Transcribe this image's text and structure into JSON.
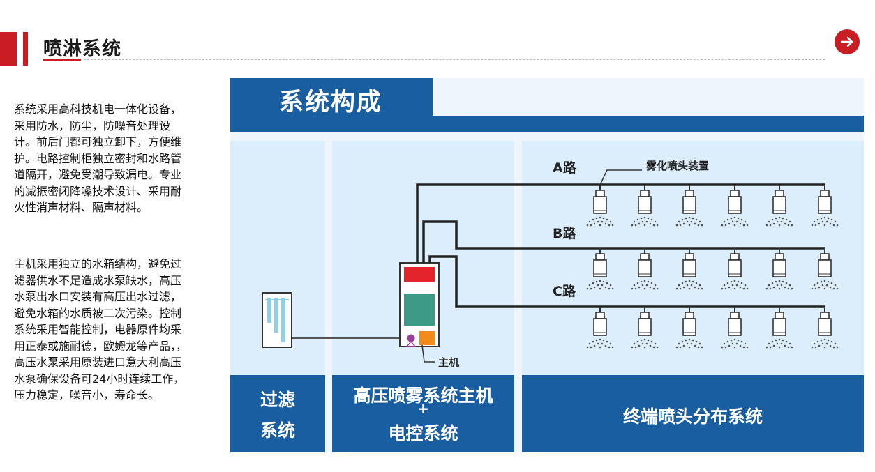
{
  "page": {
    "title": "喷淋系统",
    "paragraphs": [
      "系统采用高科技机电一体化设备，采用防水，防尘，防噪音处理设计。前后门都可独立卸下，方便维护。电路控制柜独立密封和水路管道隔开，避免受潮导致漏电。专业的减振密闭降噪技术设计、采用耐火性消声材料、隔声材料。",
      "主机采用独立的水箱结构，避免过滤器供水不足造成水泵缺水，高压水泵出水口安装有高压出水过滤，避免水箱的水质被二次污染。控制系统采用智能控制，电器原件均采用正泰或施耐德，欧姆龙等产品，，高压水泵采用原装进口意大利高压水泵确保设备可24小时连续工作，压力稳定，噪音小，寿命长。"
    ],
    "next_icon": "arrow-right-icon"
  },
  "diagram": {
    "header": "系统构成",
    "route_labels": [
      "A路",
      "B路",
      "C路"
    ],
    "nozzle_label": "雾化喷头装置",
    "host_label": "主机",
    "footer": {
      "filter": [
        "过滤",
        "系统"
      ],
      "host": [
        "高压喷雾系统主机",
        "+",
        "电控系统"
      ],
      "terminal": "终端喷头分布系统"
    },
    "colors": {
      "brand_red": "#c81e23",
      "diagram_blue": "#1a5ea2",
      "panel_bg": "#dceefb",
      "host_red": "#e3242b",
      "host_green": "#3d9a86",
      "host_orange": "#f28a1c",
      "pump_purple": "#9b3fa0"
    }
  }
}
